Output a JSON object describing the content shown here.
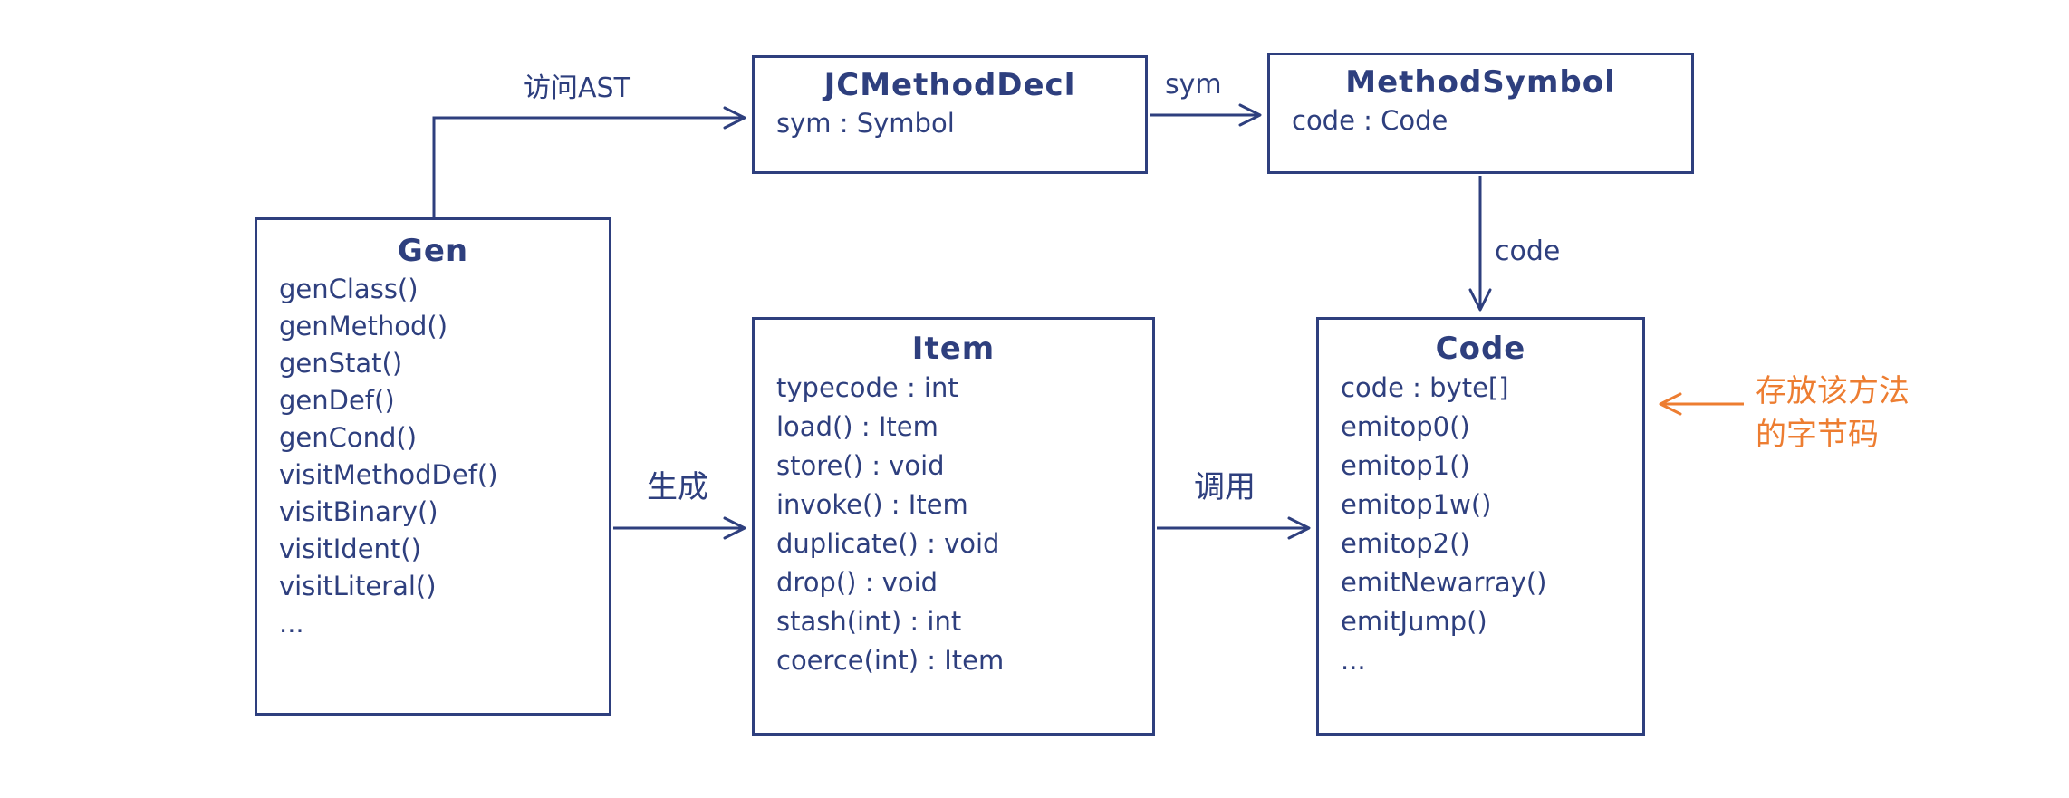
{
  "colors": {
    "ink": "#2e3f7e",
    "accent": "#ed7d31",
    "background": "#ffffff"
  },
  "diagram_type": "class-diagram",
  "classes": [
    {
      "id": "gen",
      "title": "Gen",
      "members": [
        "genClass()",
        "genMethod()",
        "genStat()",
        "genDef()",
        "genCond()",
        "visitMethodDef()",
        "visitBinary()",
        "visitIdent()",
        "visitLiteral()",
        "..."
      ]
    },
    {
      "id": "jcmethoddecl",
      "title": "JCMethodDecl",
      "members": [
        "sym : Symbol"
      ]
    },
    {
      "id": "methodsymbol",
      "title": "MethodSymbol",
      "members": [
        "code : Code"
      ]
    },
    {
      "id": "item",
      "title": "Item",
      "members": [
        "typecode : int",
        "load() : Item",
        "store() : void",
        "invoke() : Item",
        "duplicate() : void",
        "drop() : void",
        "stash(int) : int",
        "coerce(int) : Item"
      ]
    },
    {
      "id": "code",
      "title": "Code",
      "members": [
        "code :  byte[]",
        "emitop0()",
        "emitop1()",
        "emitop1w()",
        "emitop2()",
        "emitNewarray()",
        "emitJump()",
        "..."
      ]
    }
  ],
  "edges": [
    {
      "id": "visit-ast",
      "label": "访问AST",
      "from": "gen",
      "to": "jcmethoddecl"
    },
    {
      "id": "sym",
      "label": "sym",
      "from": "jcmethoddecl",
      "to": "methodsymbol"
    },
    {
      "id": "code-ref",
      "label": "code",
      "from": "methodsymbol",
      "to": "code"
    },
    {
      "id": "generate",
      "label": "生成",
      "from": "gen",
      "to": "item"
    },
    {
      "id": "invoke",
      "label": "调用",
      "from": "item",
      "to": "code"
    }
  ],
  "annotation": {
    "target": "code",
    "lines": [
      "存放该方法",
      "的字节码"
    ]
  }
}
